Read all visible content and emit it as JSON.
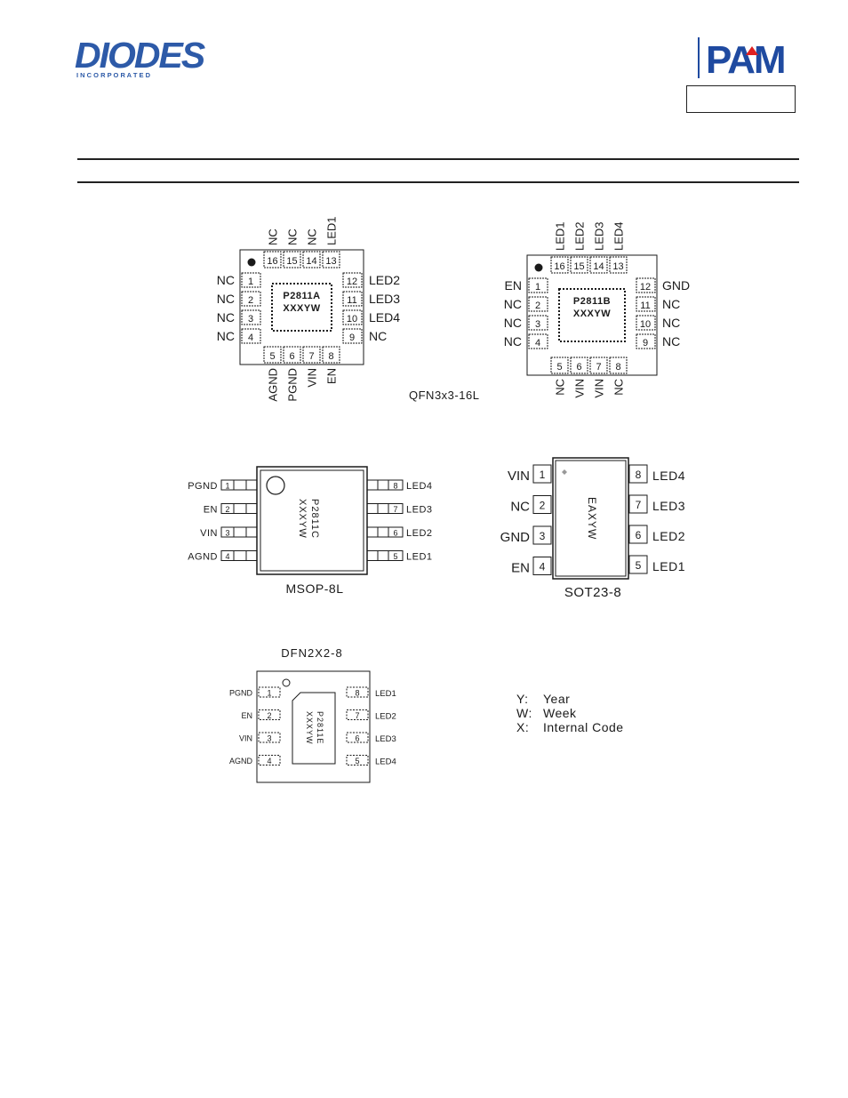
{
  "header": {
    "company_logo": "DIODES",
    "company_sub": "I N C O R P O R A T E D",
    "brand_logo": "PAM"
  },
  "colors": {
    "diodes_blue": "#2d5aa8",
    "pam_blue": "#1f4aa0",
    "pam_red": "#e02020",
    "ink": "#1a1a1a"
  },
  "packages": {
    "qfn_a": {
      "name": "QFN3x3-16L",
      "marking": [
        "P2811A",
        "XXXYW"
      ],
      "top": [
        {
          "num": "16",
          "label": "NC"
        },
        {
          "num": "15",
          "label": "NC"
        },
        {
          "num": "14",
          "label": "NC"
        },
        {
          "num": "13",
          "label": "LED1"
        }
      ],
      "left": [
        {
          "num": "1",
          "label": "NC"
        },
        {
          "num": "2",
          "label": "NC"
        },
        {
          "num": "3",
          "label": "NC"
        },
        {
          "num": "4",
          "label": "NC"
        }
      ],
      "right": [
        {
          "num": "12",
          "label": "LED2"
        },
        {
          "num": "11",
          "label": "LED3"
        },
        {
          "num": "10",
          "label": "LED4"
        },
        {
          "num": "9",
          "label": "NC"
        }
      ],
      "bottom": [
        {
          "num": "5",
          "label": "AGND"
        },
        {
          "num": "6",
          "label": "PGND"
        },
        {
          "num": "7",
          "label": "VIN"
        },
        {
          "num": "8",
          "label": "EN"
        }
      ]
    },
    "qfn_b": {
      "marking": [
        "P2811B",
        "XXXYW"
      ],
      "top": [
        {
          "num": "16",
          "label": "LED1"
        },
        {
          "num": "15",
          "label": "LED2"
        },
        {
          "num": "14",
          "label": "LED3"
        },
        {
          "num": "13",
          "label": "LED4"
        }
      ],
      "left": [
        {
          "num": "1",
          "label": "EN"
        },
        {
          "num": "2",
          "label": "NC"
        },
        {
          "num": "3",
          "label": "NC"
        },
        {
          "num": "4",
          "label": "NC"
        }
      ],
      "right": [
        {
          "num": "12",
          "label": "GND"
        },
        {
          "num": "11",
          "label": "NC"
        },
        {
          "num": "10",
          "label": "NC"
        },
        {
          "num": "9",
          "label": "NC"
        }
      ],
      "bottom": [
        {
          "num": "5",
          "label": "NC"
        },
        {
          "num": "6",
          "label": "VIN"
        },
        {
          "num": "7",
          "label": "VIN"
        },
        {
          "num": "8",
          "label": "NC"
        }
      ]
    },
    "msop": {
      "name": "MSOP-8L",
      "marking": [
        "P2811C",
        "XXXYW"
      ],
      "left": [
        {
          "num": "1",
          "label": "PGND"
        },
        {
          "num": "2",
          "label": "EN"
        },
        {
          "num": "3",
          "label": "VIN"
        },
        {
          "num": "4",
          "label": "AGND"
        }
      ],
      "right": [
        {
          "num": "8",
          "label": "LED4"
        },
        {
          "num": "7",
          "label": "LED3"
        },
        {
          "num": "6",
          "label": "LED2"
        },
        {
          "num": "5",
          "label": "LED1"
        }
      ]
    },
    "sot": {
      "name": "SOT23-8",
      "marking": [
        "EAXYW"
      ],
      "left": [
        {
          "num": "1",
          "label": "VIN"
        },
        {
          "num": "2",
          "label": "NC"
        },
        {
          "num": "3",
          "label": "GND"
        },
        {
          "num": "4",
          "label": "EN"
        }
      ],
      "right": [
        {
          "num": "8",
          "label": "LED4"
        },
        {
          "num": "7",
          "label": "LED3"
        },
        {
          "num": "6",
          "label": "LED2"
        },
        {
          "num": "5",
          "label": "LED1"
        }
      ]
    },
    "dfn": {
      "name": "DFN2X2-8",
      "marking": [
        "P2811E",
        "XXXYW"
      ],
      "left": [
        {
          "num": "1",
          "label": "PGND"
        },
        {
          "num": "2",
          "label": "EN"
        },
        {
          "num": "3",
          "label": "VIN"
        },
        {
          "num": "4",
          "label": "AGND"
        }
      ],
      "right": [
        {
          "num": "8",
          "label": "LED1"
        },
        {
          "num": "7",
          "label": "LED2"
        },
        {
          "num": "6",
          "label": "LED3"
        },
        {
          "num": "5",
          "label": "LED4"
        }
      ]
    }
  },
  "legend": [
    {
      "key": "Y:",
      "value": "Year"
    },
    {
      "key": "W:",
      "value": "Week"
    },
    {
      "key": "X:",
      "value": "Internal Code"
    }
  ]
}
